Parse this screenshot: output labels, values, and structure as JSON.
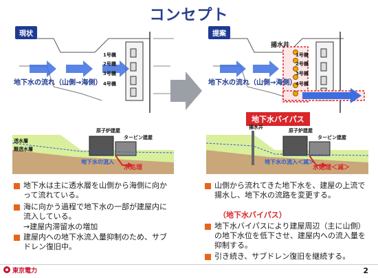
{
  "slide": {
    "title": "コンセプト",
    "page_number": "2",
    "company": "東京電力"
  },
  "left_panel": {
    "tag": "現状",
    "flow_label": "地下水の流れ（山側→海側）",
    "units": [
      "1号機",
      "2号機",
      "3号機",
      "4号機"
    ],
    "section": {
      "building1": "原子炉建屋",
      "building2": "タービン建屋",
      "layer1": "透水層",
      "layer2": "難透水層",
      "inflow": "地下水の流入",
      "treatment": "水処理"
    }
  },
  "right_panel": {
    "tag": "提案",
    "well_label": "揚水井",
    "flow_label": "地下水の流れ（山側→海側）",
    "units": [
      "1号機",
      "2号機",
      "3号機",
      "4号機"
    ],
    "bypass_label": "地下水バイパス",
    "section": {
      "well": "揚水井",
      "building1": "原子炉建屋",
      "building2": "タービン建屋",
      "inflow": "地下水の流入＜減＞",
      "treatment": "水処理＜減＞"
    }
  },
  "bullets_left": [
    "地下水は主に透水層を山側から海側に向かって流れている。",
    "海に向かう過程で地下水の一部が建屋内に流入している。",
    "→建屋内滞留水の増加",
    "建屋内への地下水流入量抑制のため、サブドレン復旧中。"
  ],
  "bullets_right": [
    "山側から流れてきた地下水を、建屋の上流で揚水し、地下水の流路を変更する。",
    "（地下水バイパス）",
    "地下水バイパスにより建屋周辺（主に山側）の地下水位を低下させ、建屋内への流入量を抑制する。",
    "引き続き、サブドレン復旧を継続する。"
  ],
  "colors": {
    "title": "#2a3f8f",
    "tag": "#1f3a93",
    "arrow_blue": "#2a5bd7",
    "bypass_red": "#d8262b",
    "bullet": "#e8641c"
  }
}
